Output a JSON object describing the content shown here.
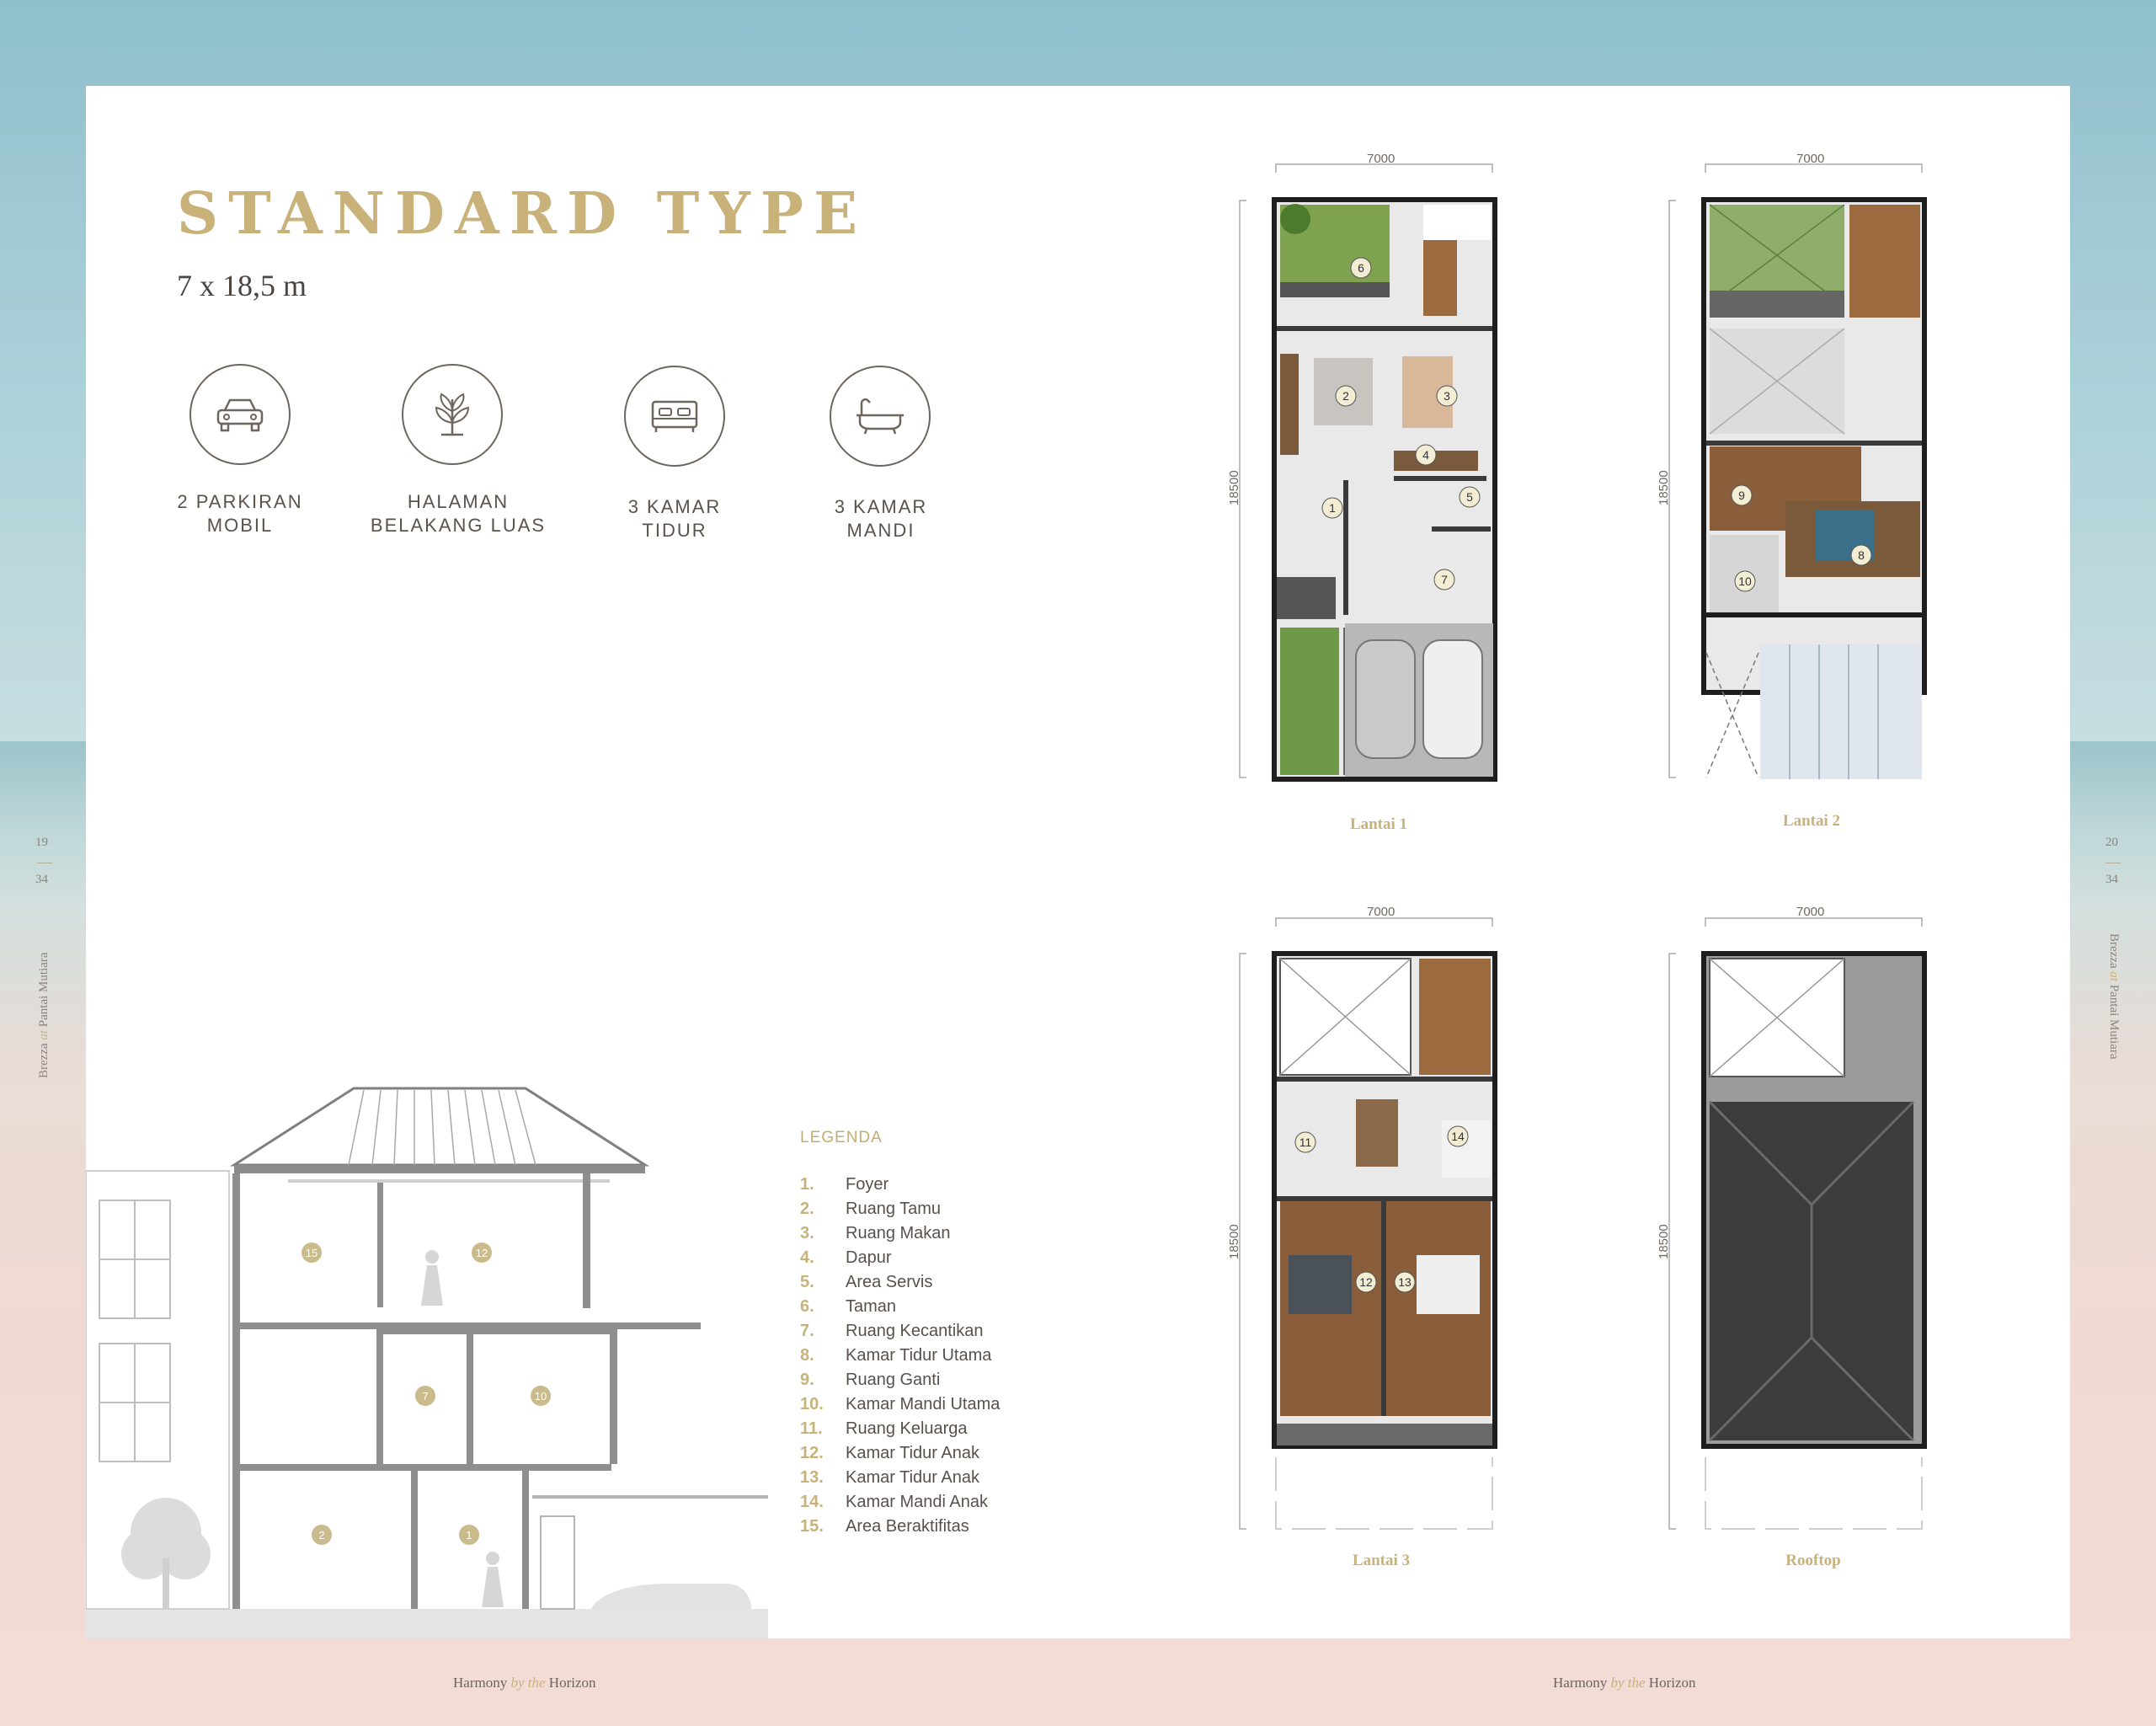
{
  "title": "STANDARD TYPE",
  "dimensions": "7 x 18,5 m",
  "features": [
    {
      "icon": "car-icon",
      "line1": "2 PARKIRAN",
      "line2": "MOBIL"
    },
    {
      "icon": "plant-icon",
      "line1": "HALAMAN",
      "line2": "BELAKANG LUAS"
    },
    {
      "icon": "bed-icon",
      "line1": "3 KAMAR",
      "line2": "TIDUR"
    },
    {
      "icon": "bathtub-icon",
      "line1": "3 KAMAR",
      "line2": "MANDI"
    }
  ],
  "legend": {
    "title": "LEGENDA",
    "items": [
      {
        "num": "1.",
        "label": "Foyer"
      },
      {
        "num": "2.",
        "label": "Ruang Tamu"
      },
      {
        "num": "3.",
        "label": "Ruang Makan"
      },
      {
        "num": "4.",
        "label": "Dapur"
      },
      {
        "num": "5.",
        "label": "Area Servis"
      },
      {
        "num": "6.",
        "label": "Taman"
      },
      {
        "num": "7.",
        "label": "Ruang Kecantikan"
      },
      {
        "num": "8.",
        "label": "Kamar Tidur Utama"
      },
      {
        "num": "9.",
        "label": "Ruang Ganti"
      },
      {
        "num": "10.",
        "label": "Kamar Mandi Utama"
      },
      {
        "num": "11.",
        "label": "Ruang Keluarga"
      },
      {
        "num": "12.",
        "label": "Kamar Tidur Anak"
      },
      {
        "num": "13.",
        "label": "Kamar Tidur Anak"
      },
      {
        "num": "14.",
        "label": "Kamar Mandi Anak"
      },
      {
        "num": "15.",
        "label": "Area Beraktifitas"
      }
    ]
  },
  "plans": {
    "width_label": "7000",
    "length_label": "18500",
    "floor1": "Lantai 1",
    "floor2": "Lantai 2",
    "floor3": "Lantai 3",
    "rooftop": "Rooftop"
  },
  "room_markers": {
    "f1": [
      "6",
      "2",
      "3",
      "4",
      "5",
      "1",
      "7"
    ],
    "f2": [
      "9",
      "8",
      "10"
    ],
    "f3": [
      "11",
      "14",
      "12",
      "13"
    ],
    "section": [
      "15",
      "12",
      "7",
      "10",
      "2",
      "1"
    ]
  },
  "page": {
    "left_top": "19",
    "left_bottom": "34",
    "right_top": "20",
    "right_bottom": "34",
    "brand": "Brezza",
    "brand_at": "at",
    "brand_place": "Pantai Mutiara"
  },
  "footer": {
    "w1": "Harmony",
    "w2": "by the",
    "w3": "Horizon"
  },
  "colors": {
    "accent": "#c8b27a",
    "text": "#58514b"
  }
}
